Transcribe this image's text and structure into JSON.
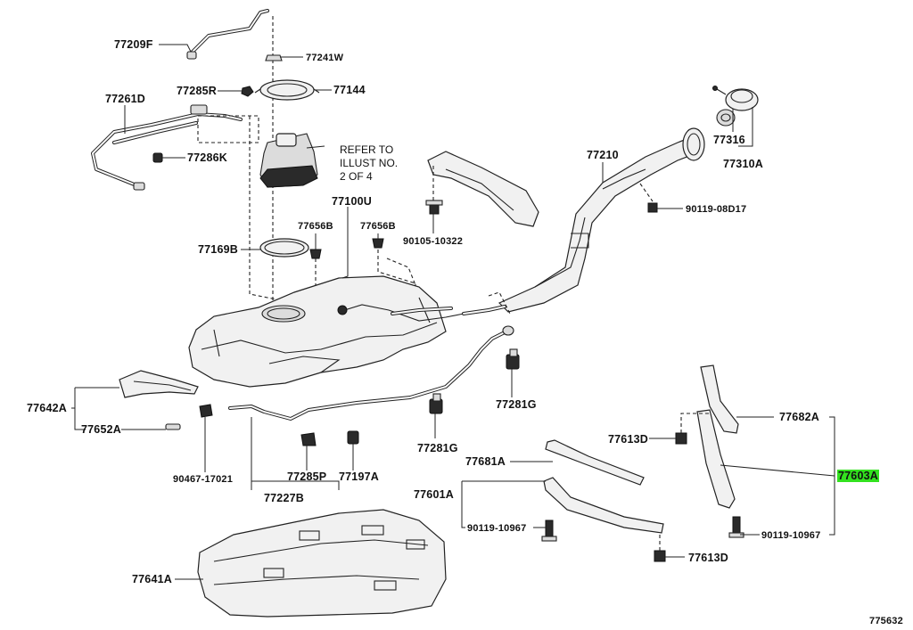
{
  "diagram_id": "775632",
  "refer_note": [
    "REFER TO",
    "ILLUST NO.",
    "2 OF 4"
  ],
  "highlight_color": "#33e11f",
  "parts": {
    "p77209F": "77209F",
    "p77241W": "77241W",
    "p77261D": "77261D",
    "p77285R": "77285R",
    "p77144": "77144",
    "p77286K": "77286K",
    "p77100U": "77100U",
    "p77656B_a": "77656B",
    "p77656B_b": "77656B",
    "p77169B": "77169B",
    "p90105_10322": "90105-10322",
    "p77210": "77210",
    "p77316": "77316",
    "p77310A": "77310A",
    "p90119_08D17": "90119-08D17",
    "p77642A": "77642A",
    "p77652A": "77652A",
    "p77281G_a": "77281G",
    "p77281G_b": "77281G",
    "p77682A": "77682A",
    "p77613D_a": "77613D",
    "p77603A": "77603A",
    "p77681A": "77681A",
    "p77601A": "77601A",
    "p90467_17021": "90467-17021",
    "p77285P": "77285P",
    "p77197A": "77197A",
    "p77227B": "77227B",
    "p90119_10967_a": "90119-10967",
    "p90119_10967_b": "90119-10967",
    "p77613D_b": "77613D",
    "p77641A": "77641A"
  }
}
